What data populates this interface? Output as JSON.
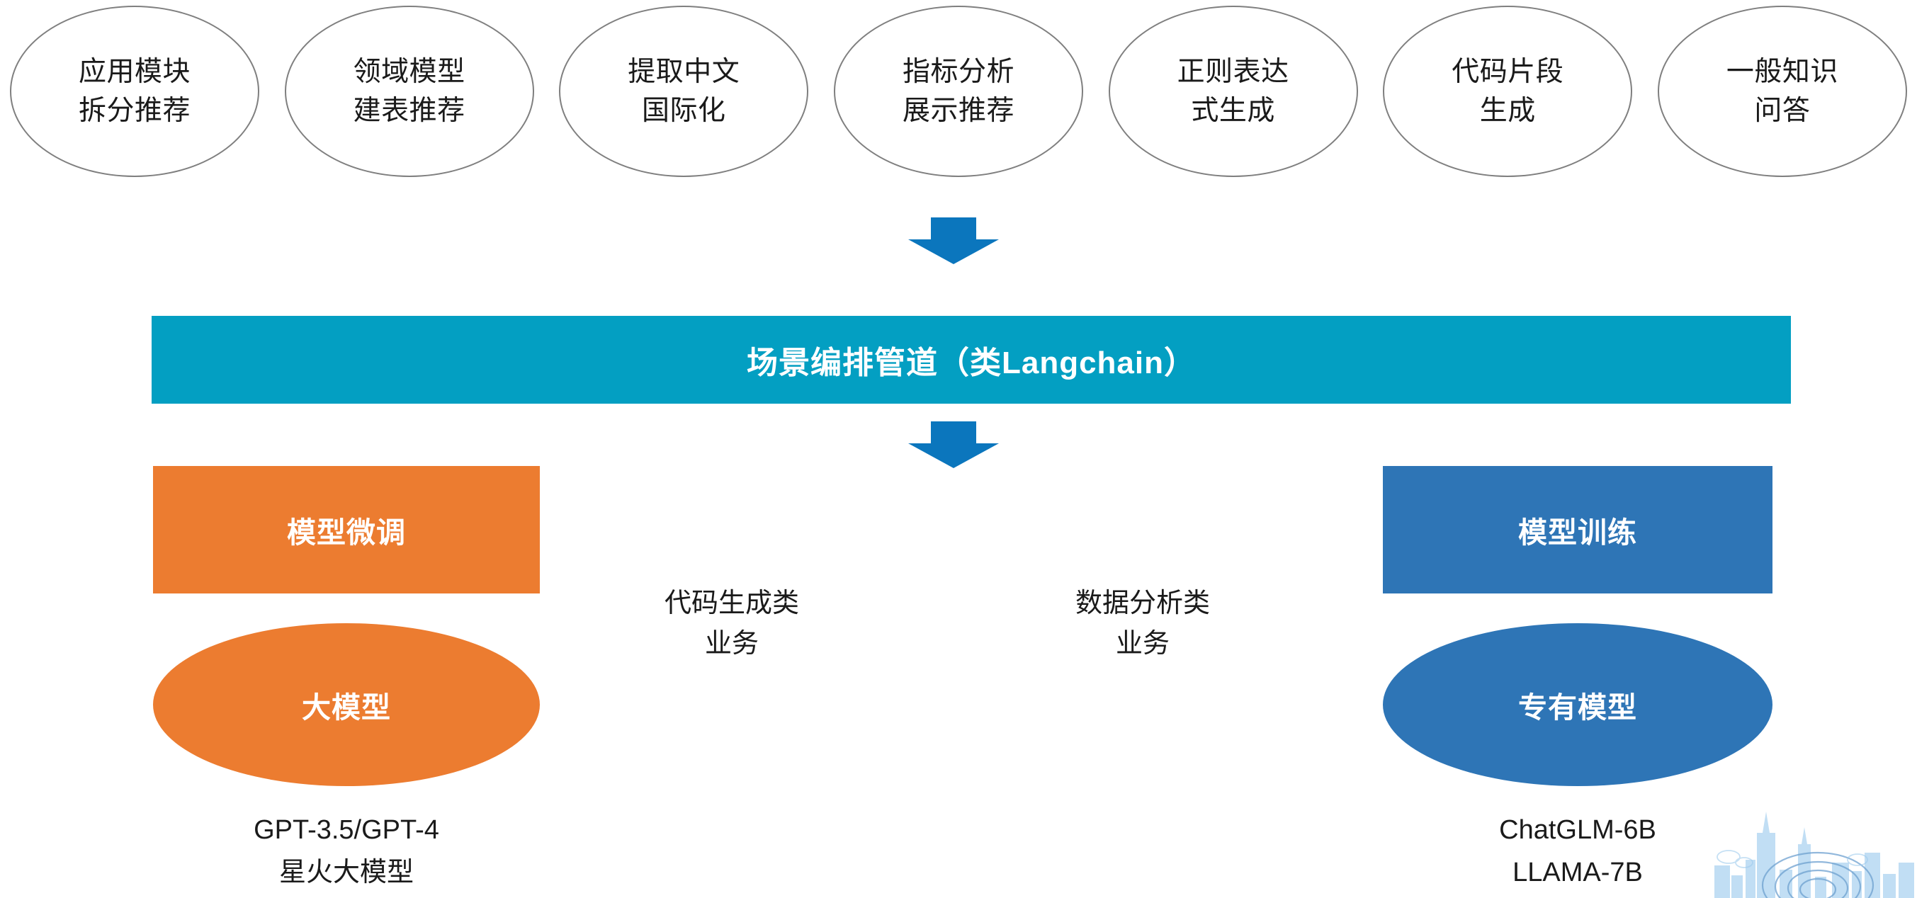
{
  "scenarios": [
    {
      "id": "app-module-split",
      "lines": [
        "应用模块",
        "拆分推荐"
      ]
    },
    {
      "id": "domain-model-table",
      "lines": [
        "领域模型",
        "建表推荐"
      ]
    },
    {
      "id": "chinese-i18n",
      "lines": [
        "提取中文",
        "国际化"
      ]
    },
    {
      "id": "metric-analysis",
      "lines": [
        "指标分析",
        "展示推荐"
      ]
    },
    {
      "id": "regex-generation",
      "lines": [
        "正则表达",
        "式生成"
      ]
    },
    {
      "id": "code-snippet",
      "lines": [
        "代码片段",
        "生成"
      ]
    },
    {
      "id": "general-qa",
      "lines": [
        "一般知识",
        "问答"
      ]
    }
  ],
  "pipeline": {
    "label": "场景编排管道（类Langchain）",
    "color": "#039fc2"
  },
  "arrows": {
    "top_label": "down-arrow",
    "mid_label": "down-arrow",
    "color": "#0b76bd"
  },
  "left_branch": {
    "stage_label": "模型微调",
    "model_label": "大模型",
    "caption_lines": [
      "GPT-3.5/GPT-4",
      "星火大模型"
    ],
    "color": "#ec7c30"
  },
  "right_branch": {
    "stage_label": "模型训练",
    "model_label": "专有模型",
    "caption_lines": [
      "ChatGLM-6B",
      "LLAMA-7B"
    ],
    "color": "#2e75b6"
  },
  "business_labels": {
    "code": [
      "代码生成类",
      "业务"
    ],
    "data": [
      "数据分析类",
      "业务"
    ]
  }
}
